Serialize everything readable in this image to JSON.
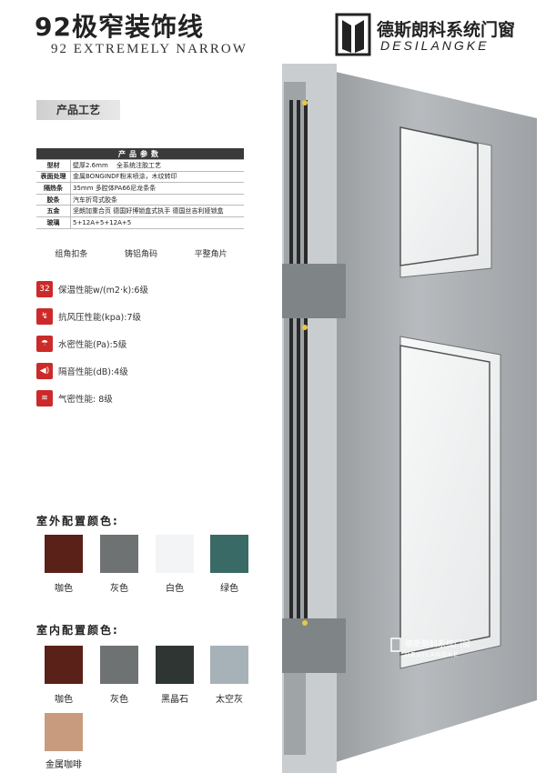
{
  "header": {
    "title": "92极窄装饰线",
    "subtitle": "92 EXTREMELY NARROW",
    "brand_name": "德斯朗科系统门窗",
    "brand_en": "DESILANGKE"
  },
  "section": {
    "label": "产品工艺"
  },
  "specs": {
    "heading": "产品参数",
    "rows": [
      {
        "key": "型材",
        "value": "壁厚2.6mm　 全系统注胶工艺"
      },
      {
        "key": "表面处理",
        "value": "金属BONGINDF粉末喷涂，木纹转印"
      },
      {
        "key": "隔热条",
        "value": "35mm 多腔体PA66尼龙条条"
      },
      {
        "key": "胶条",
        "value": "汽车折弯式胶条"
      },
      {
        "key": "五金",
        "value": "坚朗加重合页 德国好博锁盒式执手 德国丝吉利娅锁盒"
      },
      {
        "key": "玻璃",
        "value": "5+12A+5+12A+5"
      }
    ],
    "accessories": [
      "组角扣条",
      "铸铝角码",
      "平整角片"
    ]
  },
  "performance": [
    {
      "icon": "thermometer-icon",
      "glyph": "32",
      "label": "保温性能w/(m2·k):6级"
    },
    {
      "icon": "wind-pressure-icon",
      "glyph": "↯",
      "label": "抗风压性能(kpa):7级"
    },
    {
      "icon": "water-tight-icon",
      "glyph": "☂",
      "label": "水密性能(Pa):5级"
    },
    {
      "icon": "sound-insulation-icon",
      "glyph": "◀)",
      "label": "隔音性能(dB):4级"
    },
    {
      "icon": "air-tight-icon",
      "glyph": "≋",
      "label": "气密性能: 8级"
    }
  ],
  "colors": {
    "outdoor_title": "室外配置颜色:",
    "outdoor": [
      {
        "name": "咖色",
        "hex": "#5a2118"
      },
      {
        "name": "灰色",
        "hex": "#6f7273"
      },
      {
        "name": "白色",
        "hex": "#f3f4f5"
      },
      {
        "name": "绿色",
        "hex": "#3a6a66"
      }
    ],
    "indoor_title": "室内配置颜色:",
    "indoor": [
      {
        "name": "咖色",
        "hex": "#5a2118"
      },
      {
        "name": "灰色",
        "hex": "#6f7273"
      },
      {
        "name": "黑晶石",
        "hex": "#2e3533"
      },
      {
        "name": "太空灰",
        "hex": "#a7b2b8"
      },
      {
        "name": "金属咖啡",
        "hex": "#c99b7e"
      }
    ]
  },
  "product": {
    "badge_name": "德斯朗科系统门窗",
    "badge_en": "DESILANGKE",
    "frame_color": "#a9adb0"
  }
}
